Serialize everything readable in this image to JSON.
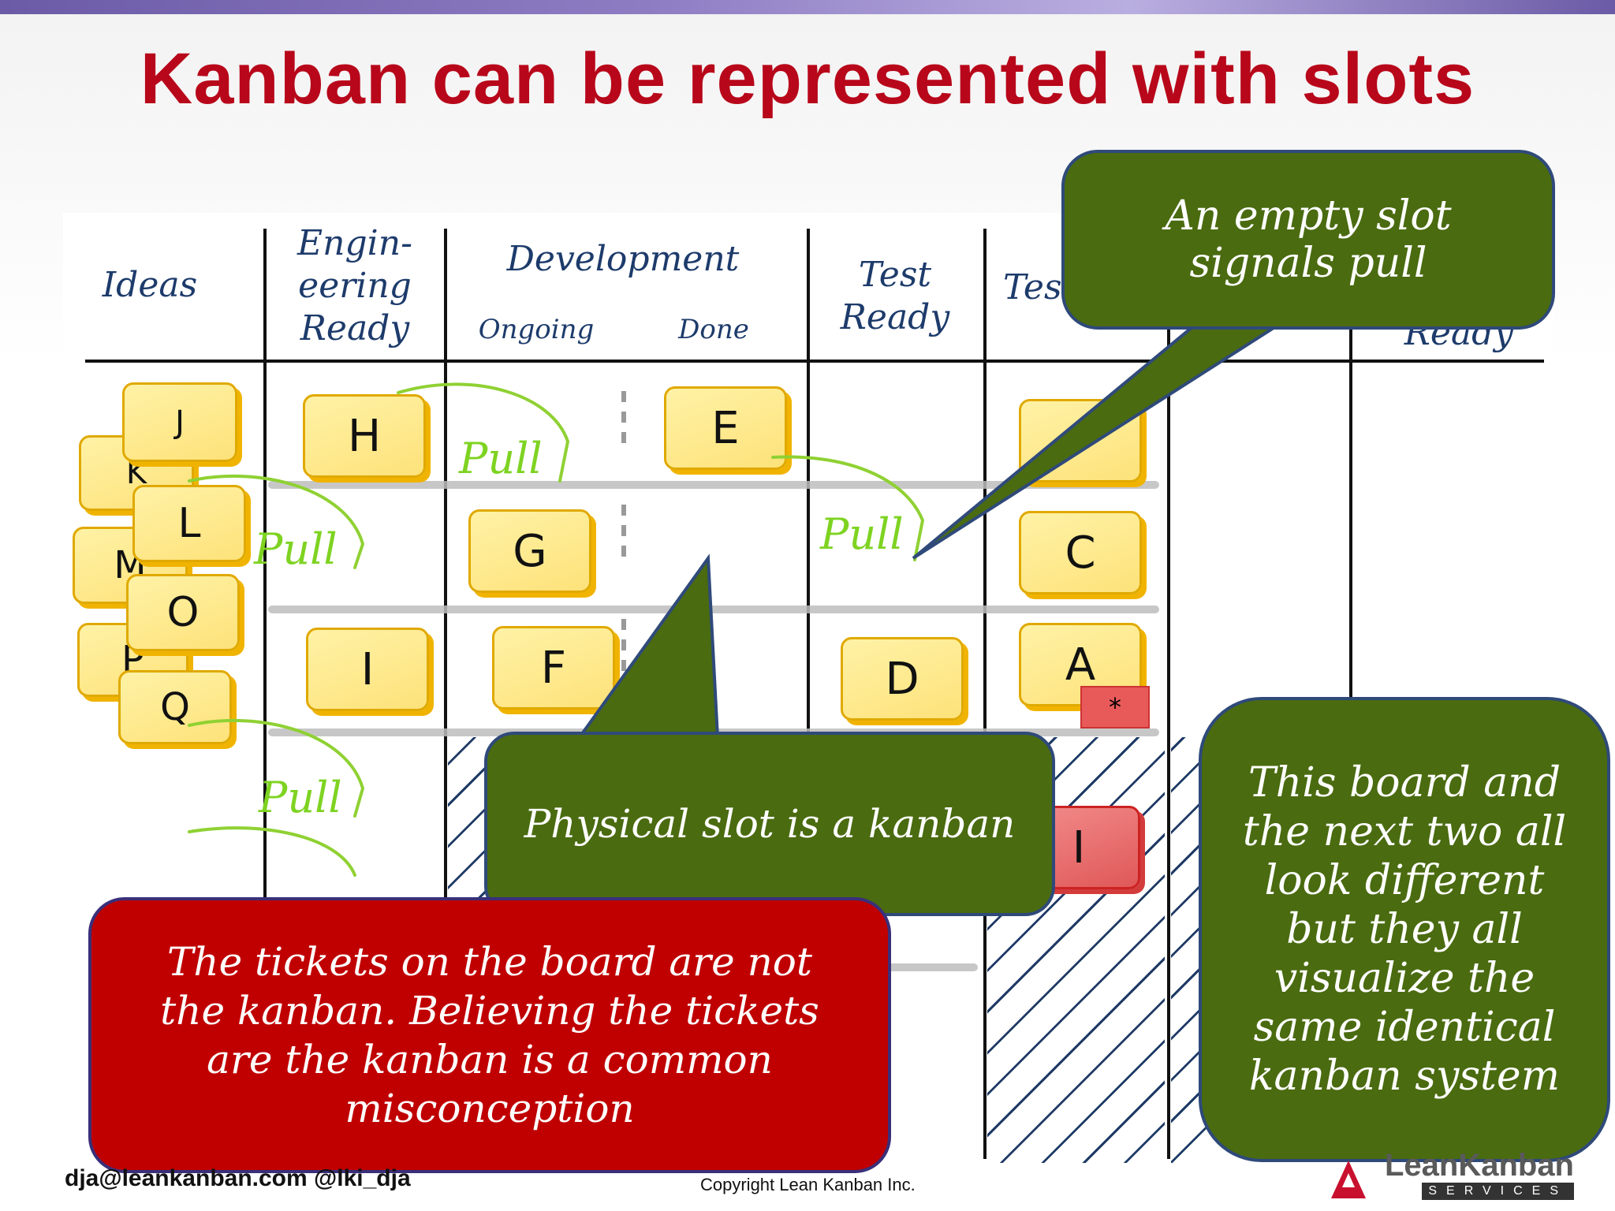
{
  "slide": {
    "title": "Kanban can be represented with slots"
  },
  "board": {
    "columns": {
      "ideas": "Ideas",
      "engineering_ready": [
        "Engin-",
        "eering",
        "Ready"
      ],
      "development": "Development",
      "development_sub": [
        "Ongoing",
        "Done"
      ],
      "test_ready": [
        "Test",
        "Ready"
      ],
      "testing": "Tes",
      "release_ready_partial": "Ready"
    },
    "tickets": {
      "ideas_stack": [
        "J",
        "K",
        "L",
        "M",
        "O",
        "P",
        "Q"
      ],
      "engineering_ready": [
        "H",
        "I"
      ],
      "dev_ongoing": [
        "G",
        "F"
      ],
      "dev_done": [
        "E"
      ],
      "test_ready": [
        "D"
      ],
      "testing": [
        "C",
        "A"
      ],
      "testing_blocked": "I",
      "expedite_marker": "*"
    },
    "pull_labels": [
      "Pull",
      "Pull",
      "Pull",
      "Pull"
    ]
  },
  "callouts": {
    "empty_slot": "An empty slot signals pull",
    "physical_slot": "Physical slot is a kanban",
    "misconception": "The tickets on the board are not the kanban. Believing the tickets are the kanban is a common misconception",
    "boards_note": "This board and the next two all look different but they all visualize the same identical kanban system"
  },
  "footer": {
    "contact": "dja@leankanban.com @lki_dja",
    "copyright": "Copyright Lean Kanban  Inc.",
    "logo_word": "LeanKanban",
    "logo_sub": "SERVICES"
  },
  "colors": {
    "title_red": "#b8071a",
    "callout_green": "#4a6b10",
    "callout_red": "#c00000",
    "note_yellow": "#fde27a",
    "pull_green": "#7ed321",
    "hatch_blue": "#1f3b66"
  }
}
